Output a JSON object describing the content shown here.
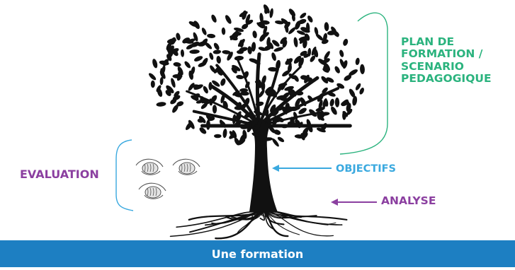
{
  "labels": {
    "plan_lines": [
      "PLAN DE",
      "FORMATION /",
      "SCENARIO",
      "PEDAGOGIQUE"
    ],
    "evaluation": "EVALUATION",
    "objectifs": "OBJECTIFS",
    "analyse": "ANALYSE"
  },
  "footer": {
    "text": "Une formation"
  },
  "colors": {
    "plan": "#2bb37e",
    "evaluation": "#8b3fa0",
    "objectifs": "#3aa9df",
    "band": "#1d7fc2",
    "tree": "#111111"
  },
  "icons": [
    "tree-icon",
    "brain-eye-icon",
    "bracket-icon",
    "arrow-icon"
  ]
}
